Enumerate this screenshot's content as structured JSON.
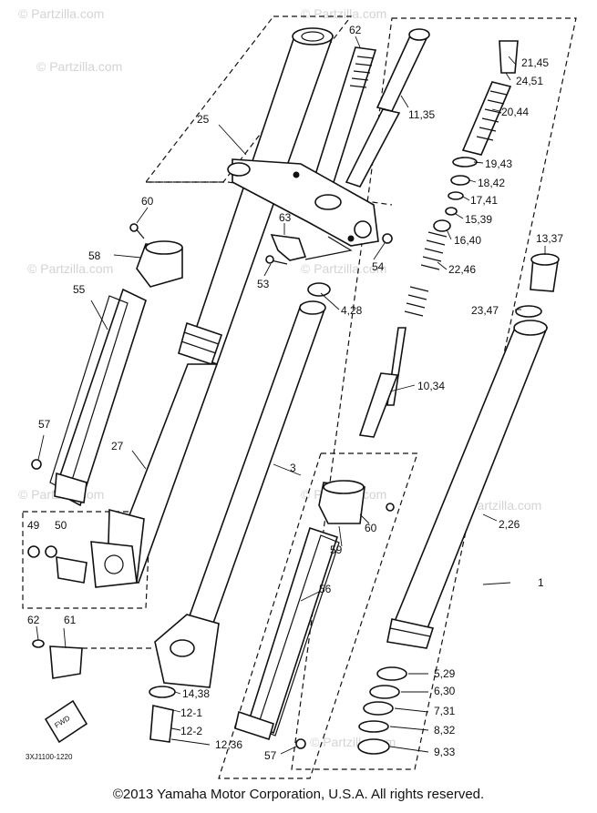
{
  "watermark": "© Partzilla.com",
  "diagram_code": "3XJ1100-1220",
  "fwd_label": "FWD",
  "copyright": "©2013  Yamaha Motor Corporation, U.S.A. All rights reserved.",
  "callouts": {
    "c62": "62",
    "c25": "25",
    "c11_35": "11,35",
    "c21_45": "21,45",
    "c24_51": "24,51",
    "c20_44": "20,44",
    "c19_43": "19,43",
    "c18_42": "18,42",
    "c17_41": "17,41",
    "c15_39": "15,39",
    "c16_40": "16,40",
    "c13_37": "13,37",
    "c60a": "60",
    "c58": "58",
    "c63": "63",
    "c54": "54",
    "c53": "53",
    "c22_46": "22,46",
    "c4_28": "4,28",
    "c23_47": "23,47",
    "c55": "55",
    "c10_34": "10,34",
    "c57a": "57",
    "c27": "27",
    "c3": "3",
    "c49": "49",
    "c50": "50",
    "c60b": "60",
    "c59": "59",
    "c2_26": "2,26",
    "c1": "1",
    "c56": "56",
    "c62b": "62",
    "c61": "61",
    "c5_29": "5,29",
    "c6_30": "6,30",
    "c14_38": "14,38",
    "c12_1": "12-1",
    "c7_31": "7,31",
    "c12_2": "12-2",
    "c8_32": "8,32",
    "c12_36": "12,36",
    "c57b": "57",
    "c9_33": "9,33"
  }
}
